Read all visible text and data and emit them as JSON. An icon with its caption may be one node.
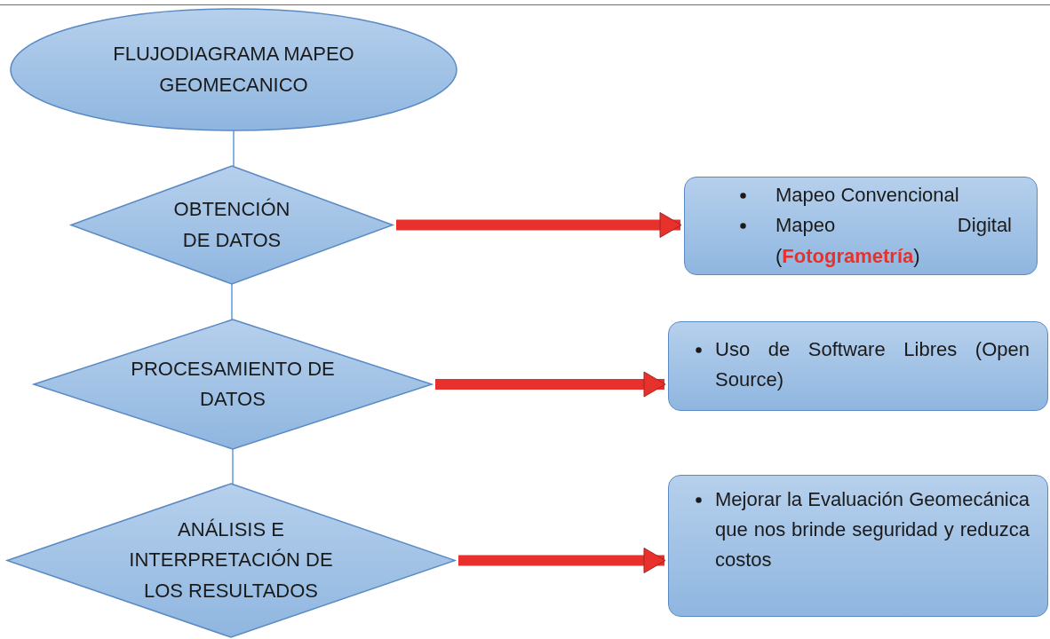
{
  "diagram": {
    "nodes": [
      {
        "text": [
          "FLUJODIAGRAMA MAPEO GEOMECANICO"
        ]
      },
      {
        "text": [
          "OBTENCIÓN DE DATOS"
        ]
      },
      {
        "text": [
          "Mapeo Convencional",
          "Mapeo Digital (**Fotogrametría**)"
        ]
      },
      {
        "text": [
          "PROCESAMIENTO DE DATOS"
        ]
      },
      {
        "text": [
          "Uso de Software Libres (Open Source)"
        ]
      },
      {
        "text": [
          "ANÁLISIS E INTERPRETACIÓN DE LOS RESULTADOS"
        ]
      },
      {
        "text": [
          "Mejorar la Evaluación Geomecánica que nos brinde seguridad y reduzca costos"
        ]
      }
    ],
    "edges": [
      {
        "from": 0,
        "to": 1,
        "arrow": "none"
      },
      {
        "from": 1,
        "to": 3,
        "arrow": "none"
      },
      {
        "from": 3,
        "to": 5,
        "arrow": "none"
      },
      {
        "from": 1,
        "to": 2,
        "arrow": "to",
        "style": "thick",
        "color": "#e8302c"
      },
      {
        "from": 3,
        "to": 4,
        "arrow": "to",
        "style": "thick",
        "color": "#e8302c"
      },
      {
        "from": 5,
        "to": 6,
        "arrow": "to",
        "style": "thick",
        "color": "#e8302c"
      }
    ]
  }
}
